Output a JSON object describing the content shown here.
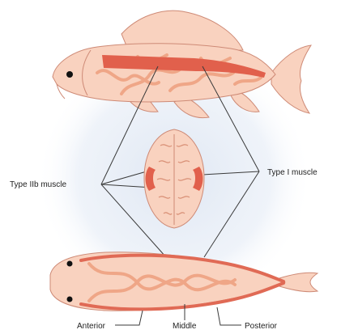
{
  "labels": {
    "type_iib": "Type IIb muscle",
    "type_i": "Type I muscle",
    "anterior": "Anterior",
    "middle": "Middle",
    "posterior": "Posterior"
  },
  "colors": {
    "skin": "#f9d2bf",
    "outline": "#ce8a76",
    "red_muscle": "#e1604c",
    "white_muscle_squiggle": "#efa687",
    "halo": "#dfe7f3"
  }
}
